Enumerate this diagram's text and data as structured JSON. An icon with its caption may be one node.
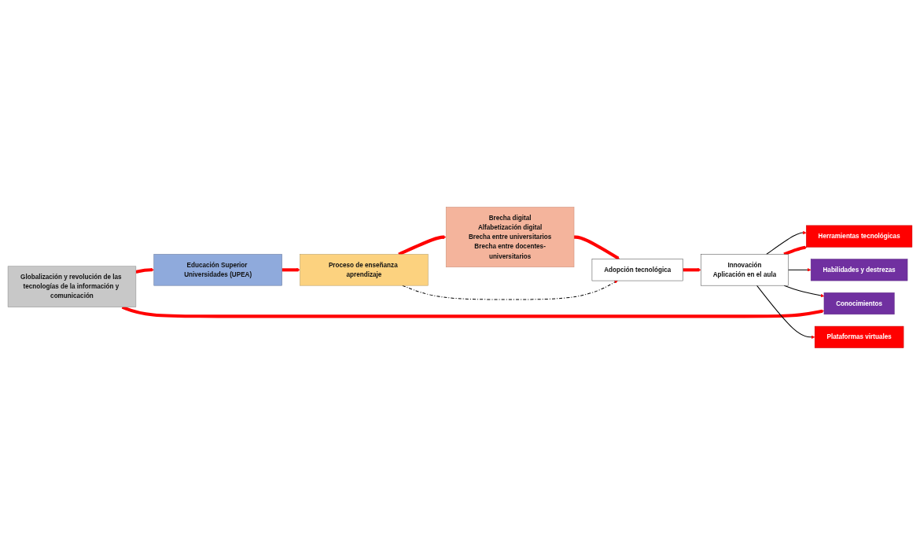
{
  "diagram": {
    "nodes": [
      {
        "text": [
          "Proceso de enseñanza aprendizaje"
        ]
      },
      {
        "text": [
          "Educación Superior Universidades (UPEA)"
        ]
      },
      {
        "text": [
          "Globalización y revolución de las tecnologías de la información y comunicación"
        ]
      },
      {
        "text": [
          "Brecha digital",
          "Alfabetización digital",
          "Brecha entre universitarios",
          "Brecha entre docentes-universitarios"
        ]
      },
      {
        "text": [
          "Adopción tecnológica"
        ]
      },
      {
        "text": [
          "Innovación",
          "Aplicación en el aula"
        ]
      },
      {
        "text": [
          "Conocimientos"
        ]
      },
      {
        "text": [
          "Habilidades y destrezas"
        ]
      },
      {
        "text": [
          "Herramientas tecnológicas"
        ]
      },
      {
        "text": [
          "Plataformas virtuales"
        ]
      }
    ],
    "edges": [
      {
        "from": 2,
        "to": 1,
        "arrow": "to"
      },
      {
        "from": 1,
        "to": 0,
        "arrow": "to"
      },
      {
        "from": 0,
        "to": 3,
        "arrow": "to"
      },
      {
        "from": 2,
        "to": 6,
        "arrow": "to"
      },
      {
        "from": 0,
        "to": 4,
        "arrow": "to",
        "style": "dashed",
        "color": "#000000"
      },
      {
        "from": 3,
        "to": 4,
        "arrow": "to"
      },
      {
        "from": 4,
        "to": 5,
        "arrow": "to"
      },
      {
        "from": 5,
        "to": 8,
        "arrow": "to"
      },
      {
        "from": 5,
        "to": 6,
        "arrow": "to",
        "color": "#000000"
      },
      {
        "from": 5,
        "to": 7,
        "arrow": "to",
        "color": "#000000"
      },
      {
        "from": 5,
        "to": 8,
        "arrow": "to",
        "color": "#000000"
      },
      {
        "from": 5,
        "to": 9,
        "arrow": "to",
        "color": "#000000"
      }
    ]
  }
}
